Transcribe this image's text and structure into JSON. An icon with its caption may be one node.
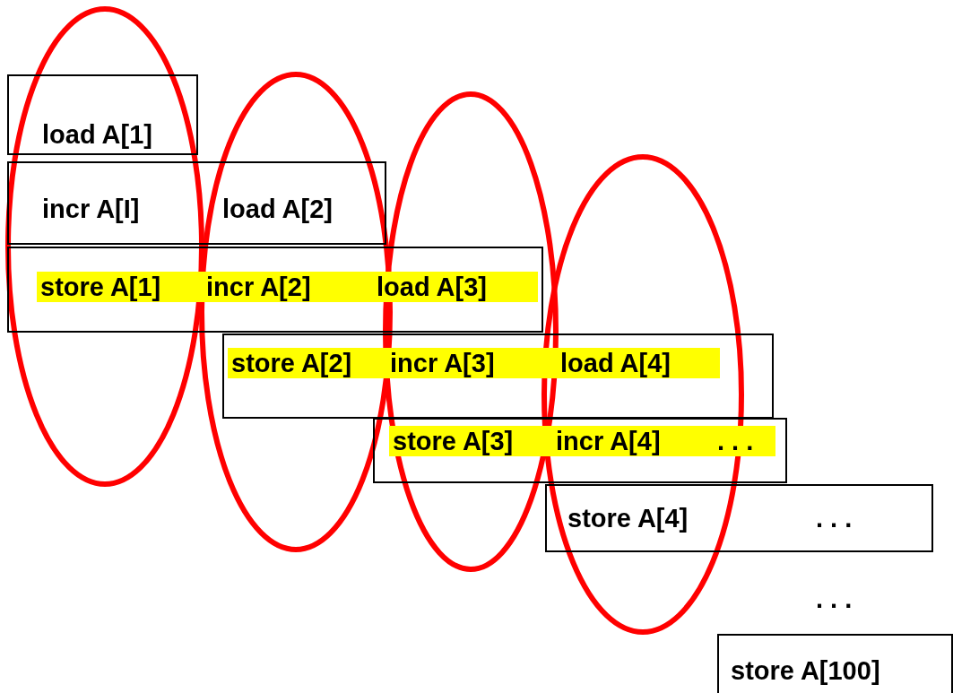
{
  "diagram": {
    "nodes": [
      {
        "text": [
          "load A[1]"
        ]
      },
      {
        "text": [
          "incr A[I]",
          "load A[2]"
        ]
      },
      {
        "text": [
          "store A[1]",
          "incr A[2]",
          "load A[3]"
        ]
      },
      {
        "text": [
          "store A[2]",
          "incr A[3]",
          "load A[4]"
        ]
      },
      {
        "text": [
          "store A[3]",
          "incr A[4]",
          ". . ."
        ]
      },
      {
        "text": [
          "store A[4]",
          ". . ."
        ]
      },
      {
        "text": [
          "store A[100]"
        ]
      }
    ],
    "edges": [],
    "labels": [
      ". . ."
    ]
  }
}
